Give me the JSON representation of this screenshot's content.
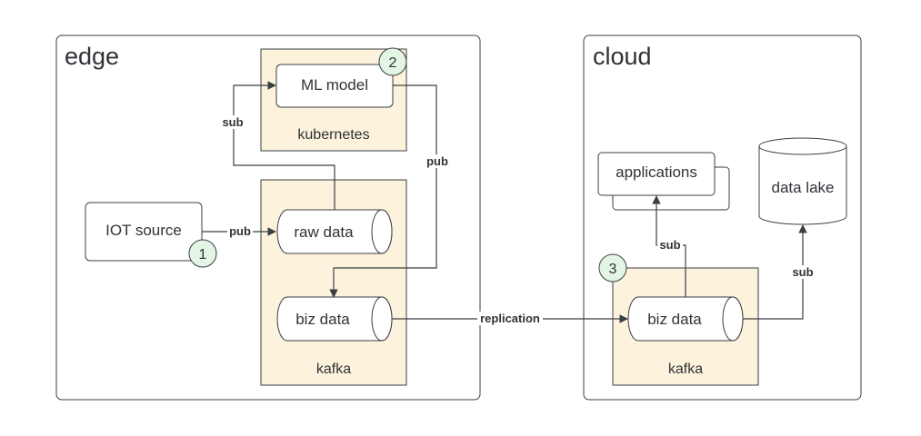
{
  "colors": {
    "stroke": "#3a3f44",
    "container_fill": "#fdf2dc",
    "badge_fill": "#e3f6e6",
    "background": "#ffffff"
  },
  "zones": {
    "edge": {
      "title": "edge"
    },
    "cloud": {
      "title": "cloud"
    }
  },
  "nodes": {
    "iot_source": "IOT source",
    "ml_model": "ML model",
    "kubernetes": "kubernetes",
    "raw_data": "raw data",
    "biz_data_edge": "biz data",
    "kafka_edge": "kafka",
    "applications": "applications",
    "data_lake": "data lake",
    "biz_data_cloud": "biz data",
    "kafka_cloud": "kafka"
  },
  "badges": {
    "iot": "1",
    "ml": "2",
    "cloud_kafka": "3"
  },
  "edges": {
    "iot_to_raw": "pub",
    "raw_to_ml": "sub",
    "ml_to_biz": "pub",
    "replication": "replication",
    "biz_to_apps": "sub",
    "biz_to_lake": "sub"
  }
}
